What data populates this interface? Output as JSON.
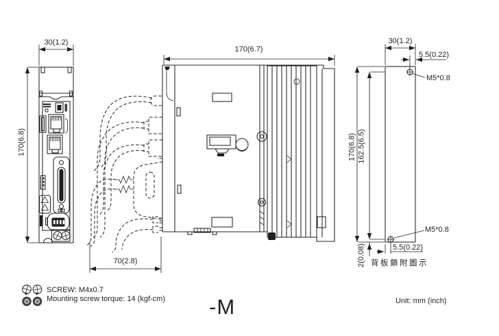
{
  "page": {
    "background_color": "#ffffff",
    "ink_color": "#231f20"
  },
  "views": {
    "front": {
      "width_dim": "30(1.2)",
      "height_dim": "170(6.8)"
    },
    "side": {
      "depth_dim": "170(6.7)",
      "front_clearance_dim": "70(2.8)"
    },
    "rear": {
      "width_dim": "30(1.2)",
      "height_dim": "170(6.8)",
      "hole_pitch_dim": "162.5(6.5)",
      "top_hole_offset_dim": "5.5(0.22)",
      "bottom_hole_offset_dim": "5.5(0.22)",
      "bottom_hole_edge_dim": "2(0.08)",
      "top_hole_thread": "M5*0.8",
      "bottom_hole_thread": "M5*0.8",
      "caption": "背板鎖附圖示"
    }
  },
  "legend": {
    "screw_spec": "SCREW: M4x0.7",
    "torque_spec": "Mounting screw torque: 14 (kgf-cm)"
  },
  "footer": {
    "model_suffix": "-M",
    "unit_note": "Unit: mm (inch)"
  }
}
